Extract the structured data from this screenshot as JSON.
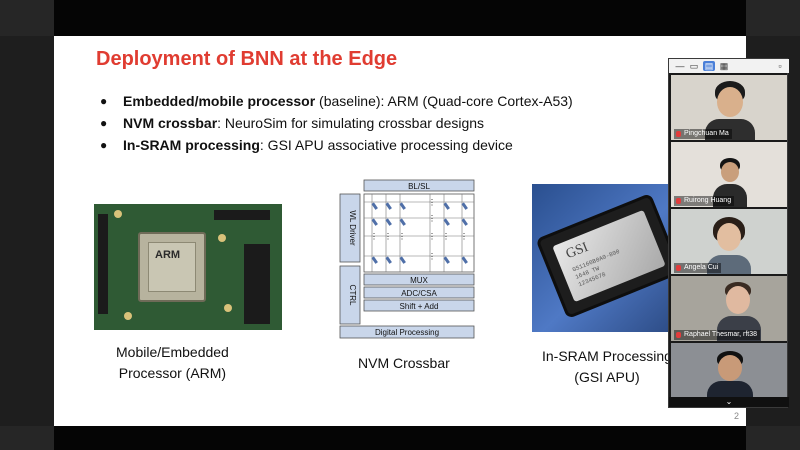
{
  "slide": {
    "title": "Deployment of BNN at the Edge",
    "bullets": [
      {
        "bold": "Embedded/mobile processor",
        "rest": " (baseline): ARM (Quad-core Cortex-A53)"
      },
      {
        "bold": "NVM crossbar",
        "rest": ": NeuroSim for simulating crossbar designs"
      },
      {
        "bold": "In-SRAM processing",
        "rest": ": GSI APU associative processing device"
      }
    ],
    "figures": [
      {
        "caption_line1": "Mobile/Embedded",
        "caption_line2": "Processor (ARM)",
        "chip_text": "ARM"
      },
      {
        "caption_line1": "NVM Crossbar",
        "labels": {
          "bl_sl": "BL/SL",
          "wl_driver": "WL Driver",
          "ctrl": "CTRL",
          "mux": "MUX",
          "adc_csa": "ADC/CSA",
          "shift_add": "Shift + Add",
          "digital": "Digital Processing"
        }
      },
      {
        "caption_line1": "In-SRAM Processing",
        "caption_line2": "(GSI APU)",
        "chip_logo": "GSI",
        "chip_line1": "GS1160B0A0-800",
        "chip_line2": "1648 TW",
        "chip_line3": "12345678"
      }
    ],
    "page_number": "2"
  },
  "video_panel": {
    "participants": [
      {
        "name": "Pingchuan Ma"
      },
      {
        "name": "Ruirong Huang"
      },
      {
        "name": "Angela Cui"
      },
      {
        "name": "Raphael Thesmar, rft38"
      },
      {
        "name": ""
      }
    ],
    "more_icon": "chevron-down-icon"
  },
  "colors": {
    "title_red": "#e03c31",
    "mic_muted": "#e23c3c",
    "accent_blue": "#4a7fd8"
  }
}
